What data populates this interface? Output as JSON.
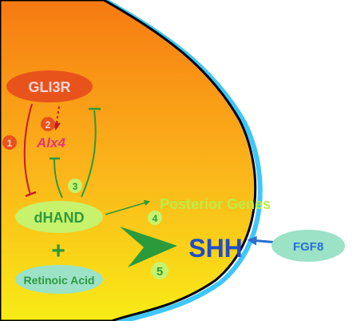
{
  "nodes": {
    "gli3r": "GLI3R",
    "alx4": "Alx4",
    "dhand": "dHAND",
    "retinoic_acid": "Retinoic Acid",
    "shh": "SHH",
    "fgf8": "FGF8",
    "posterior_genes": "Posterior Genes"
  },
  "plus_sign": "+",
  "step_badges": {
    "b1": "1",
    "b2": "2",
    "b3": "3",
    "b4": "4",
    "b5": "5"
  },
  "colors": {
    "gradient_top": "#f77a12",
    "gradient_bottom": "#f8ec16",
    "gli3r_fill": "#e8531c",
    "gli3r_text": "#f7d5d5",
    "alx4_text": "#e8337a",
    "inhibit_red": "#c51a28",
    "green_dark": "#2a9a3a",
    "green_light": "#c7f26c",
    "green_text": "#2f9a3e",
    "aqua_fill": "#9be2c7",
    "shh_blue": "#1f4cc8",
    "fgf8_text": "#2a6fd1",
    "edge_cyan": "#3ec6ff",
    "posterior_green": "#b9ef43"
  }
}
